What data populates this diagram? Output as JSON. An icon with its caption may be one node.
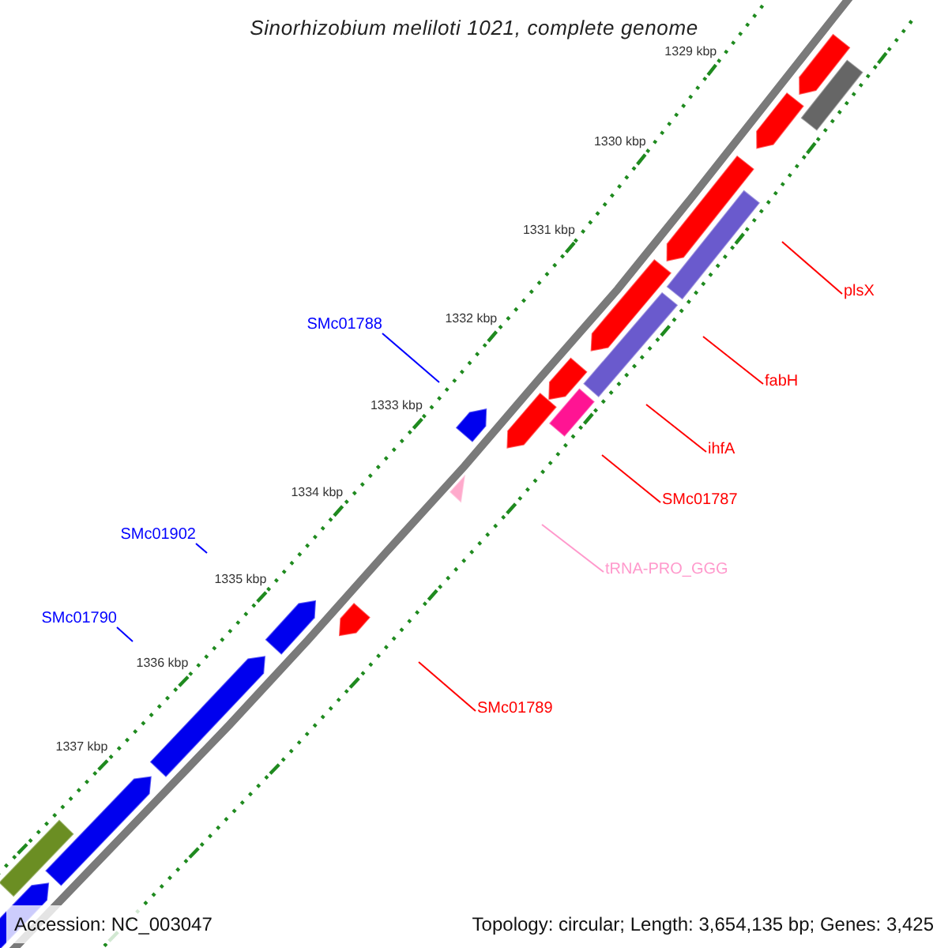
{
  "diagram": {
    "title": "Sinorhizobium meliloti 1021, complete genome",
    "nodes": [
      {
        "text": [
          "SMc01788"
        ]
      },
      {
        "text": [
          "SMc01902"
        ]
      },
      {
        "text": [
          "SMc01790"
        ]
      },
      {
        "text": [
          "plsX"
        ]
      },
      {
        "text": [
          "fabH"
        ]
      },
      {
        "text": [
          "ihfA"
        ]
      },
      {
        "text": [
          "SMc01787"
        ]
      },
      {
        "text": [
          "tRNA-PRO_GGG"
        ]
      },
      {
        "text": [
          "SMc01789"
        ]
      },
      {
        "text": [],
        "shape": "arrow"
      },
      {
        "text": [],
        "shape": "bar"
      },
      {
        "text": [],
        "shape": "arrow"
      },
      {
        "text": [],
        "shape": "arrow"
      },
      {
        "text": [],
        "shape": "bar"
      },
      {
        "text": [],
        "shape": "arrow"
      },
      {
        "text": [],
        "shape": "bar"
      },
      {
        "text": [],
        "shape": "arrow"
      },
      {
        "text": [],
        "shape": "bar"
      },
      {
        "text": [],
        "shape": "arrow"
      },
      {
        "text": [],
        "shape": "arrow"
      },
      {
        "text": [],
        "shape": "triangle"
      },
      {
        "text": [],
        "shape": "arrow"
      },
      {
        "text": [],
        "shape": "arrow"
      },
      {
        "text": [],
        "shape": "arrow"
      },
      {
        "text": [],
        "shape": "bar"
      },
      {
        "text": [],
        "shape": "arrow"
      },
      {
        "text": [],
        "shape": "arrow"
      }
    ],
    "edges": [
      {
        "from": 0,
        "to": null,
        "arrow": "none",
        "color": "#0000ff"
      },
      {
        "from": 1,
        "to": null,
        "arrow": "none",
        "color": "#0000ff"
      },
      {
        "from": 2,
        "to": null,
        "arrow": "none",
        "color": "#0000ff"
      },
      {
        "from": 3,
        "to": null,
        "arrow": "none"
      },
      {
        "from": 4,
        "to": null,
        "arrow": "none"
      },
      {
        "from": 5,
        "to": null,
        "arrow": "none"
      },
      {
        "from": 6,
        "to": null,
        "arrow": "none"
      },
      {
        "from": 7,
        "to": null,
        "arrow": "none",
        "color": "#ff99cc"
      },
      {
        "from": 8,
        "to": null,
        "arrow": "none"
      }
    ],
    "labels": [
      "1329 kbp",
      "1330 kbp",
      "1331 kbp",
      "1332 kbp",
      "1333 kbp",
      "1334 kbp",
      "1335 kbp",
      "1336 kbp",
      "1337 kbp",
      "Accession: NC_003047",
      "Topology: circular; Length: 3,654,135 bp; Genes: 3,425"
    ]
  }
}
